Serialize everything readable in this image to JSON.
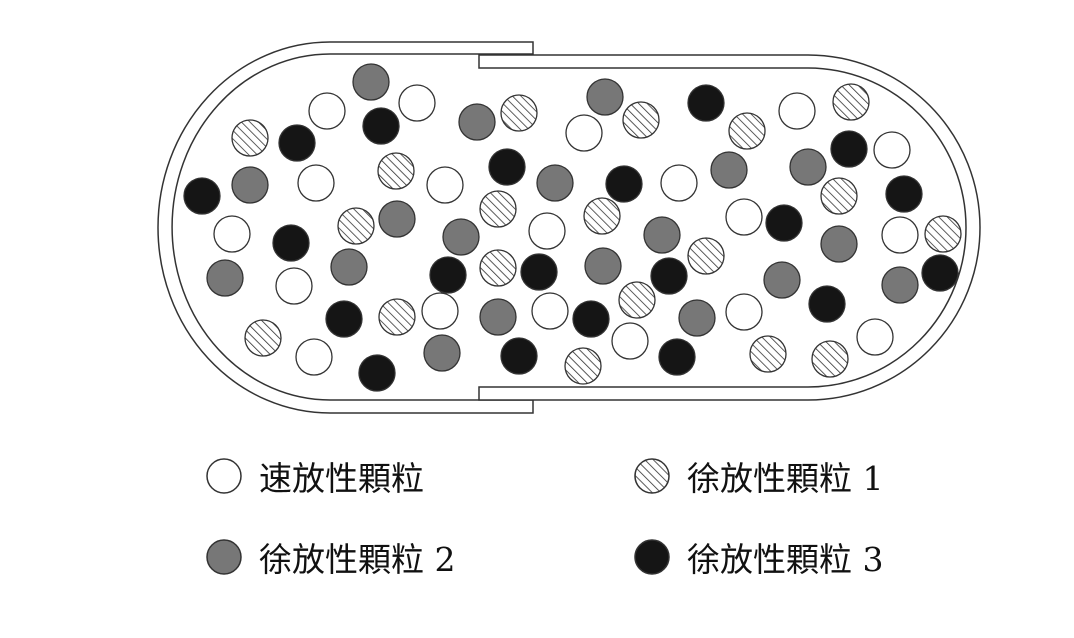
{
  "colors": {
    "immediate": "#ffffff",
    "sustained_1": "hatched",
    "sustained_2": "#777777",
    "sustained_3": "#151515",
    "outline": "#333333"
  },
  "legend": [
    {
      "key": "immediate",
      "label": "速放性顆粒"
    },
    {
      "key": "sustained_1",
      "label": "徐放性顆粒 1"
    },
    {
      "key": "sustained_2",
      "label": "徐放性顆粒 2"
    },
    {
      "key": "sustained_3",
      "label": "徐放性顆粒 3"
    }
  ]
}
